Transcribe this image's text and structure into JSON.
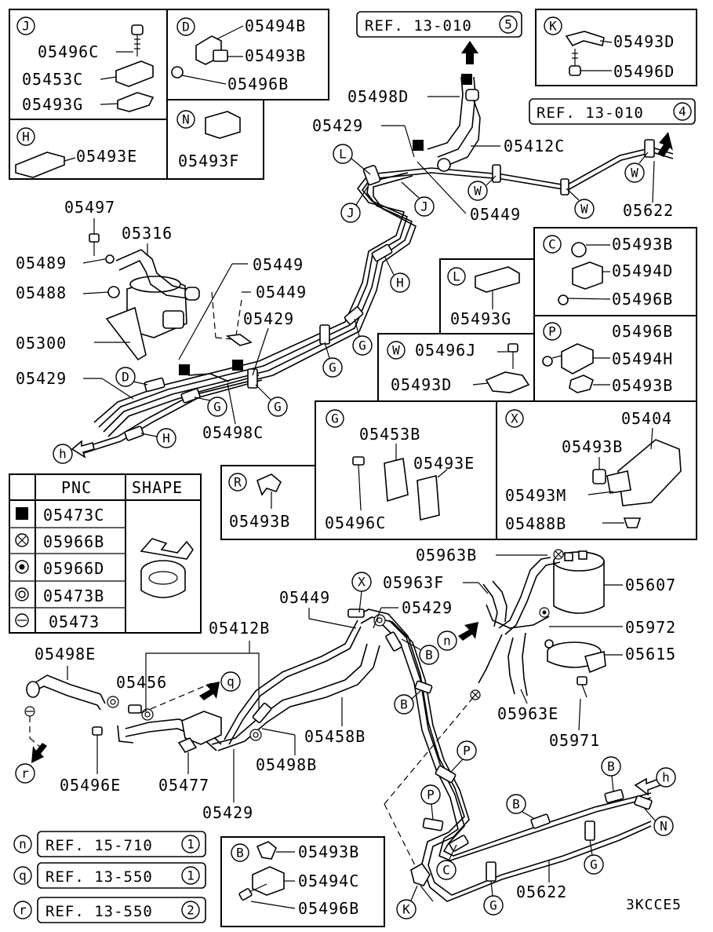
{
  "diagram_code": "3KCCE5",
  "inset_boxes": {
    "J": {
      "key": "J",
      "parts": [
        "05496C",
        "05453C",
        "05493G"
      ]
    },
    "D": {
      "key": "D",
      "parts": [
        "05494B",
        "05493B",
        "05496B"
      ]
    },
    "H": {
      "key": "H",
      "parts": [
        "05493E"
      ]
    },
    "N": {
      "key": "N",
      "parts": [
        "05493F"
      ]
    },
    "K": {
      "key": "K",
      "parts": [
        "05493D",
        "05496D"
      ]
    },
    "L": {
      "key": "L",
      "parts": [
        "05493G"
      ]
    },
    "C": {
      "key": "C",
      "parts": [
        "05493B",
        "05494D",
        "05496B"
      ]
    },
    "P": {
      "key": "P",
      "parts": [
        "05496B",
        "05494H",
        "05493B"
      ]
    },
    "W": {
      "key": "W",
      "parts": [
        "05496J",
        "05493D"
      ]
    },
    "G": {
      "key": "G",
      "parts": [
        "05453B",
        "05493E",
        "05496C"
      ]
    },
    "X": {
      "key": "X",
      "parts": [
        "05404",
        "05493B",
        "05493M",
        "05488B"
      ]
    },
    "R": {
      "key": "R",
      "parts": [
        "05493B"
      ]
    },
    "B": {
      "key": "B",
      "parts": [
        "05493B",
        "05494C",
        "05496B"
      ]
    }
  },
  "refs": {
    "top_5": {
      "text": "REF. 13-010",
      "num": "5"
    },
    "top_4": {
      "text": "REF. 13-010",
      "num": "4"
    },
    "n": {
      "key": "n",
      "text": "REF. 15-710",
      "num": "1"
    },
    "q": {
      "key": "q",
      "text": "REF. 13-550",
      "num": "1"
    },
    "r": {
      "key": "r",
      "text": "REF. 13-550",
      "num": "2"
    }
  },
  "legend": {
    "headers": [
      "PNC",
      "SHAPE"
    ],
    "rows": [
      {
        "symbol": "filled-square",
        "pnc": "05473C"
      },
      {
        "symbol": "circle-x",
        "pnc": "05966B"
      },
      {
        "symbol": "circle-dot",
        "pnc": "05966D"
      },
      {
        "symbol": "double-circle",
        "pnc": "05473B"
      },
      {
        "symbol": "circle-minus",
        "pnc": "05473"
      }
    ]
  },
  "upper_labels": {
    "p05498D": "05498D",
    "p05429_top": "05429",
    "p05412C": "05412C",
    "p05449_top": "05449",
    "p05622_top": "05622",
    "p05497": "05497",
    "p05316": "05316",
    "p05489": "05489",
    "p05488": "05488",
    "p05300": "05300",
    "p05449_a": "05449",
    "p05449_b": "05449",
    "p05429_mid": "05429",
    "p05429_left": "05429",
    "p05498C": "05498C"
  },
  "lower_labels": {
    "p05963B": "05963B",
    "p05963F": "05963F",
    "p05449": "05449",
    "p05429": "05429",
    "p05607": "05607",
    "p05972": "05972",
    "p05615": "05615",
    "p05963E": "05963E",
    "p05971": "05971",
    "p05412B": "05412B",
    "p05498E": "05498E",
    "p05456": "05456",
    "p05458B": "05458B",
    "p05498B": "05498B",
    "p05496E": "05496E",
    "p05477": "05477",
    "p05429_bot": "05429",
    "p05622_bot": "05622"
  },
  "callouts": {
    "L": "L",
    "J": "J",
    "W": "W",
    "H": "H",
    "G": "G",
    "D": "D",
    "h": "h",
    "X": "X",
    "B": "B",
    "n": "n",
    "P": "P",
    "C": "C",
    "K": "K",
    "N": "N",
    "q": "q",
    "r": "r"
  }
}
